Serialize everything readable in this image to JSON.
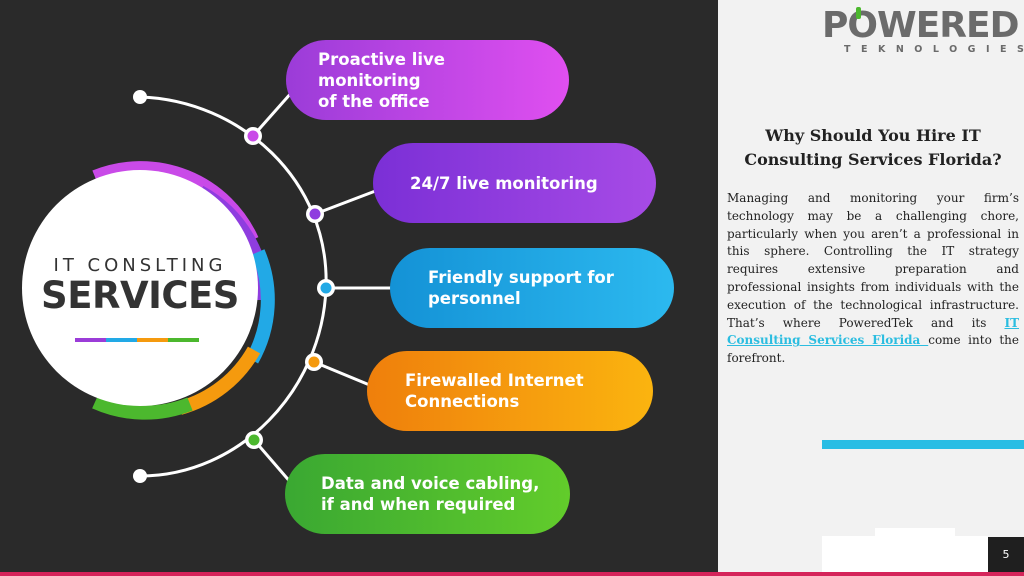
{
  "infographic": {
    "center_line1": "IT CONSLTING",
    "center_line2": "SERVICES",
    "items": [
      {
        "line1": "Proactive live monitoring",
        "line2": "of the office"
      },
      {
        "line1": "24/7 live monitoring",
        "line2": ""
      },
      {
        "line1": "Friendly support for",
        "line2": "personnel"
      },
      {
        "line1": "Firewalled Internet",
        "line2": "Connections"
      },
      {
        "line1": "Data and voice cabling,",
        "line2": "if and when required"
      }
    ]
  },
  "logo": {
    "main_before": "P",
    "main_o": "O",
    "main_after": "WERED",
    "sub": "TEKNOLOGIES"
  },
  "heading": {
    "line1": "Why Should You Hire IT",
    "line2": "Consulting Services Florida?"
  },
  "body": {
    "text_before": "Managing and monitoring your firm’s technology may be a challenging chore, particularly when you aren’t a professional in this sphere. Controlling the IT strategy requires extensive preparation and professional insights from individuals with the execution of the technological infrastructure. That’s where PoweredTek and its ",
    "link_text": "IT Consulting Services Florida ",
    "text_after": "come into the forefront."
  },
  "page_number": "5",
  "colors": {
    "dark_bg": "#2a2a2a",
    "magenta": "#c94ae8",
    "purple": "#8f3ddf",
    "blue": "#22a9e6",
    "orange": "#f59a0e",
    "green": "#4cb82e",
    "teal": "#29bde4",
    "accent_red": "#d5245a"
  }
}
